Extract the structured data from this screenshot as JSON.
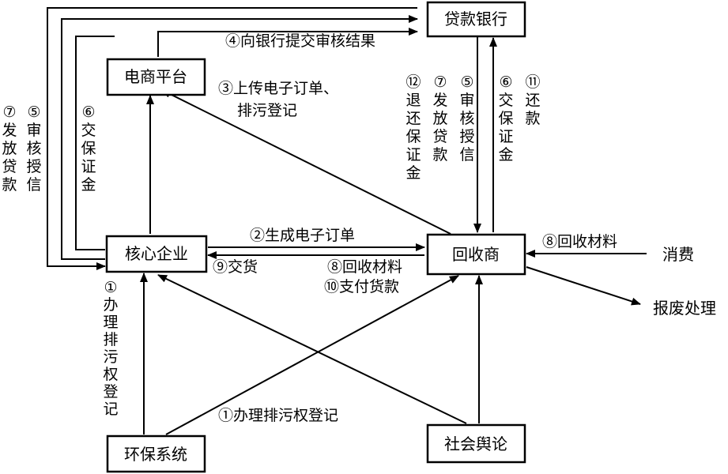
{
  "nodes": {
    "bank": "贷款银行",
    "platform": "电商平台",
    "core": "核心企业",
    "recycler": "回收商",
    "env": "环保系统",
    "public": "社会舆论",
    "consume": "消费",
    "scrap": "报废处理"
  },
  "labels": {
    "submit_audit": "④向银行提交审核结果",
    "upload_line1": "③上传电子订单、",
    "upload_line2": "排污登记",
    "gen_order": "②生成电子订单",
    "deliver": "⑨交货",
    "recycle_material": "⑧回收材料",
    "pay_loan": "⑩支付货款",
    "env_register": "①办理排污权登记",
    "consume_recycle": "⑧回收材料"
  },
  "vertical_labels": {
    "left_issue_loan": "⑦发放贷款",
    "left_audit_credit": "⑤审核授信",
    "left_deposit": "⑥交保证金",
    "core_register": "①办理排污权登记",
    "refund_deposit": "⑫退还保证金",
    "issue_loan": "⑦发放贷款",
    "audit_credit": "⑤审核授信",
    "deposit": "⑥交保证金",
    "repay": "⑪还款"
  }
}
